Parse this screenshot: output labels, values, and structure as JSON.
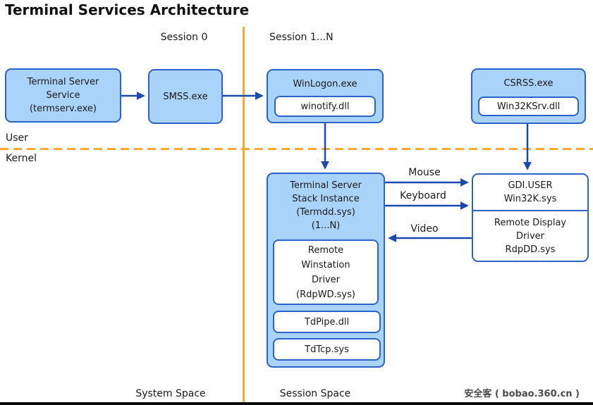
{
  "title": "Terminal Services Architecture",
  "region_labels": {
    "session0": "Session 0",
    "session1n": "Session 1...N",
    "user": "User",
    "kernel": "Kernel",
    "system_space": "System Space",
    "session_space": "Session Space"
  },
  "arrow_labels": {
    "mouse": "Mouse",
    "keyboard": "Keyboard",
    "video": "Video"
  },
  "boxes": {
    "terminal_server_service": {
      "line1": "Terminal Server",
      "line2": "Service",
      "line3": "(termserv.exe)"
    },
    "smss": {
      "label": "SMSS.exe"
    },
    "winlogon": {
      "label": "WinLogon.exe",
      "module": "winotify.dll"
    },
    "csrss": {
      "label": "CSRSS.exe",
      "module": "Win32KSrv.dll"
    },
    "stack": {
      "line1": "Terminal Server",
      "line2": "Stack Instance",
      "line3": "(Termdd.sys)",
      "line4": "(1...N)",
      "winstation": {
        "line1": "Remote",
        "line2": "Winstation",
        "line3": "Driver",
        "line4": "(RdpWD.sys)"
      },
      "tdpipe": "TdPipe.dll",
      "tdtcp": "TdTcp.sys"
    },
    "gdi": {
      "line1": "GDI.USER",
      "line2": "Win32K.sys"
    },
    "display_driver": {
      "line1": "Remote Display",
      "line2": "Driver",
      "line3": "RdpDD.sys"
    }
  },
  "watermark": "安全客 ( bobao.360.cn )",
  "colors": {
    "box_fill": "#A9D3F8",
    "box_border": "#2C62C9",
    "arrow_blue": "#1A4AAE",
    "divider_orange": "#FFA733",
    "bottom_bar": "#0B0B0B"
  }
}
